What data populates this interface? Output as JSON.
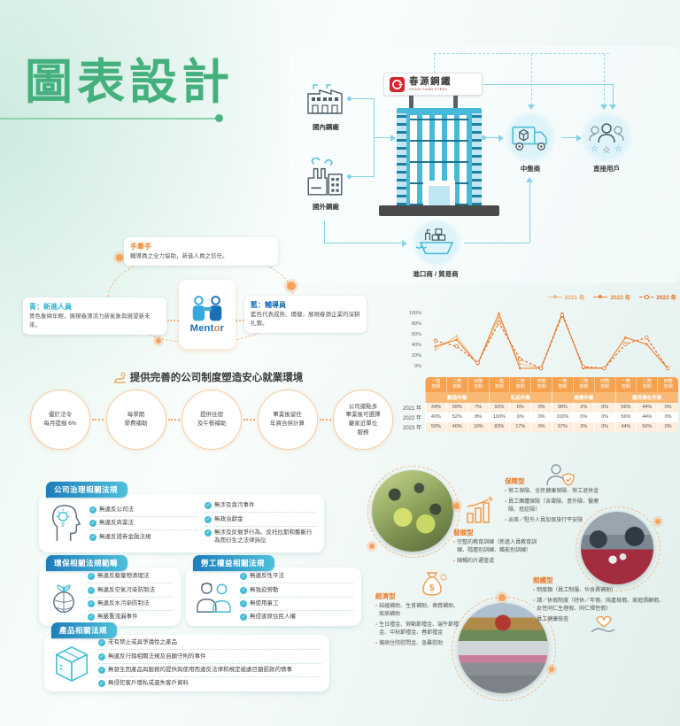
{
  "page": {
    "title": "圖表設計"
  },
  "supply_chain": {
    "company": {
      "name": "春源鋼鐵",
      "name_en": "CHUN YUAN STEEL"
    },
    "nodes": {
      "domestic": "國內鋼廠",
      "foreign": "國外鋼廠",
      "middleman": "中盤商",
      "direct_user": "直接用戶",
      "importer": "進口商 / 貿易商"
    }
  },
  "mentor": {
    "note": {
      "title": "手牽手",
      "text": "輔導員之全力協助，新進人員之信任。"
    },
    "left": {
      "title": "青：新進人員",
      "text": "青色象徵年輕，展現春源活力新氣象與展望新未來。"
    },
    "right": {
      "title": "藍：輔導員",
      "text": "藍色代表成熟、穩健，展現春源企業的深耕扎實。"
    },
    "logo_prefix": "Ment",
    "logo_o": "o",
    "logo_suffix": "r"
  },
  "benefits": {
    "heading": "提供完善的公司制度塑造安心就業環境",
    "items": [
      "優於法令\n每月提撥 6%",
      "每學期\n學費補助",
      "提供住宿\n及午餐補助",
      "畢業後留任\n年資合併計算",
      "公司據點多\n畢業後可選擇\n離家近單位\n服務"
    ]
  },
  "chart_data": {
    "type": "line",
    "unit": "%",
    "ylim": [
      0,
      100
    ],
    "yticks": [
      "100%",
      "80%",
      "60%",
      "40%",
      "20%",
      "0%"
    ],
    "legend_position": "top-right",
    "grid": false,
    "groups": [
      "鍛造作業",
      "軋延作業",
      "熔煉作業",
      "酸洗磷化作業"
    ],
    "categories": [
      "一階管制",
      "二階管制",
      "四階管制",
      "一階管制",
      "二階管制",
      "四階管制",
      "一階管制",
      "二階管制",
      "四階管制",
      "一階管制",
      "二階管制",
      "四階管制"
    ],
    "series": [
      {
        "name": "2021 年",
        "style": "solid-light",
        "values": [
          34,
          59,
          7,
          92,
          8,
          0,
          98,
          2,
          0,
          56,
          44,
          0
        ]
      },
      {
        "name": "2022 年",
        "style": "solid",
        "values": [
          40,
          52,
          8,
          100,
          0,
          0,
          100,
          0,
          0,
          56,
          44,
          0
        ]
      },
      {
        "name": "2023 年",
        "style": "dashed-open",
        "values": [
          50,
          40,
          10,
          83,
          17,
          0,
          97,
          3,
          0,
          44,
          56,
          0
        ]
      }
    ]
  },
  "legal": {
    "governance": {
      "title": "公司治理相關法規",
      "items_left": [
        "無違反公司法",
        "無違反商業法",
        "無違反證券金融法規"
      ],
      "items_right": [
        "無涉及貪污事件",
        "無政治獻金",
        "無涉及反競爭行為、反托拉斯和壟斷行為而衍生之法律訴訟"
      ]
    },
    "environment": {
      "title": "環保相關法規範疇",
      "items": [
        "無違反廢棄物清理法",
        "無違反空氣污染防制法",
        "無違反水污染防制法",
        "無嚴重洩漏事件"
      ]
    },
    "labor": {
      "title": "勞工權益相關法規",
      "items": [
        "無違反性平法",
        "無強迫勞動",
        "無使用童工",
        "無侵害原住民人權"
      ]
    },
    "product": {
      "title": "產品相關法規",
      "items": [
        "未有禁止或具爭議性之產品",
        "無違反行銷相關法規及自願守則的事件",
        "無發生因產品與服務的提供與使用而違反法律和規定被處巨額罰款的情事",
        "無侵犯客戶隱私或遺失客戶資料"
      ]
    }
  },
  "welfare": {
    "protect": {
      "name": "保障型",
      "items": [
        "勞工保險、全民健康保險、勞工退休金",
        "員工團體保險（含壽險、意外險、醫療險、癌症險）",
        "出差／駐外人員加保旅行平安險"
      ]
    },
    "develop": {
      "name": "發展型",
      "items": [
        "完整的教育訓練（新進人員教育訓練、階層別訓練、職能別訓練）",
        "順暢的升遷管道"
      ]
    },
    "economic": {
      "name": "經濟型",
      "items": [
        "結婚補助、生育補助、喪葬補助、疾病補助",
        "生日禮金、勞動節禮金、端午節禮金、中秋節禮金、春節禮金",
        "傷病住院慰問金、急難慰助"
      ]
    },
    "care": {
      "name": "照護型",
      "items": [
        "制度類（員工制服、伙食費補助）",
        "請／休假制度（特休／年假、陪產檢假、家庭照顧假、女性同仁生理假、同仁彈性假）",
        "員工健康檢查"
      ]
    }
  },
  "colors": {
    "title_green": "#44b07d",
    "accent_orange": "#ee8130",
    "diagram_blue": "#86d2e6",
    "tab_blue_start": "#1d7dbb",
    "tab_blue_end": "#4fc0da",
    "check_cyan": "#45bcd6",
    "table_header": "#f6a14e",
    "table_group": "#f9b974",
    "series": [
      "#f4b97f",
      "#ee8130",
      "#e2691f"
    ]
  }
}
